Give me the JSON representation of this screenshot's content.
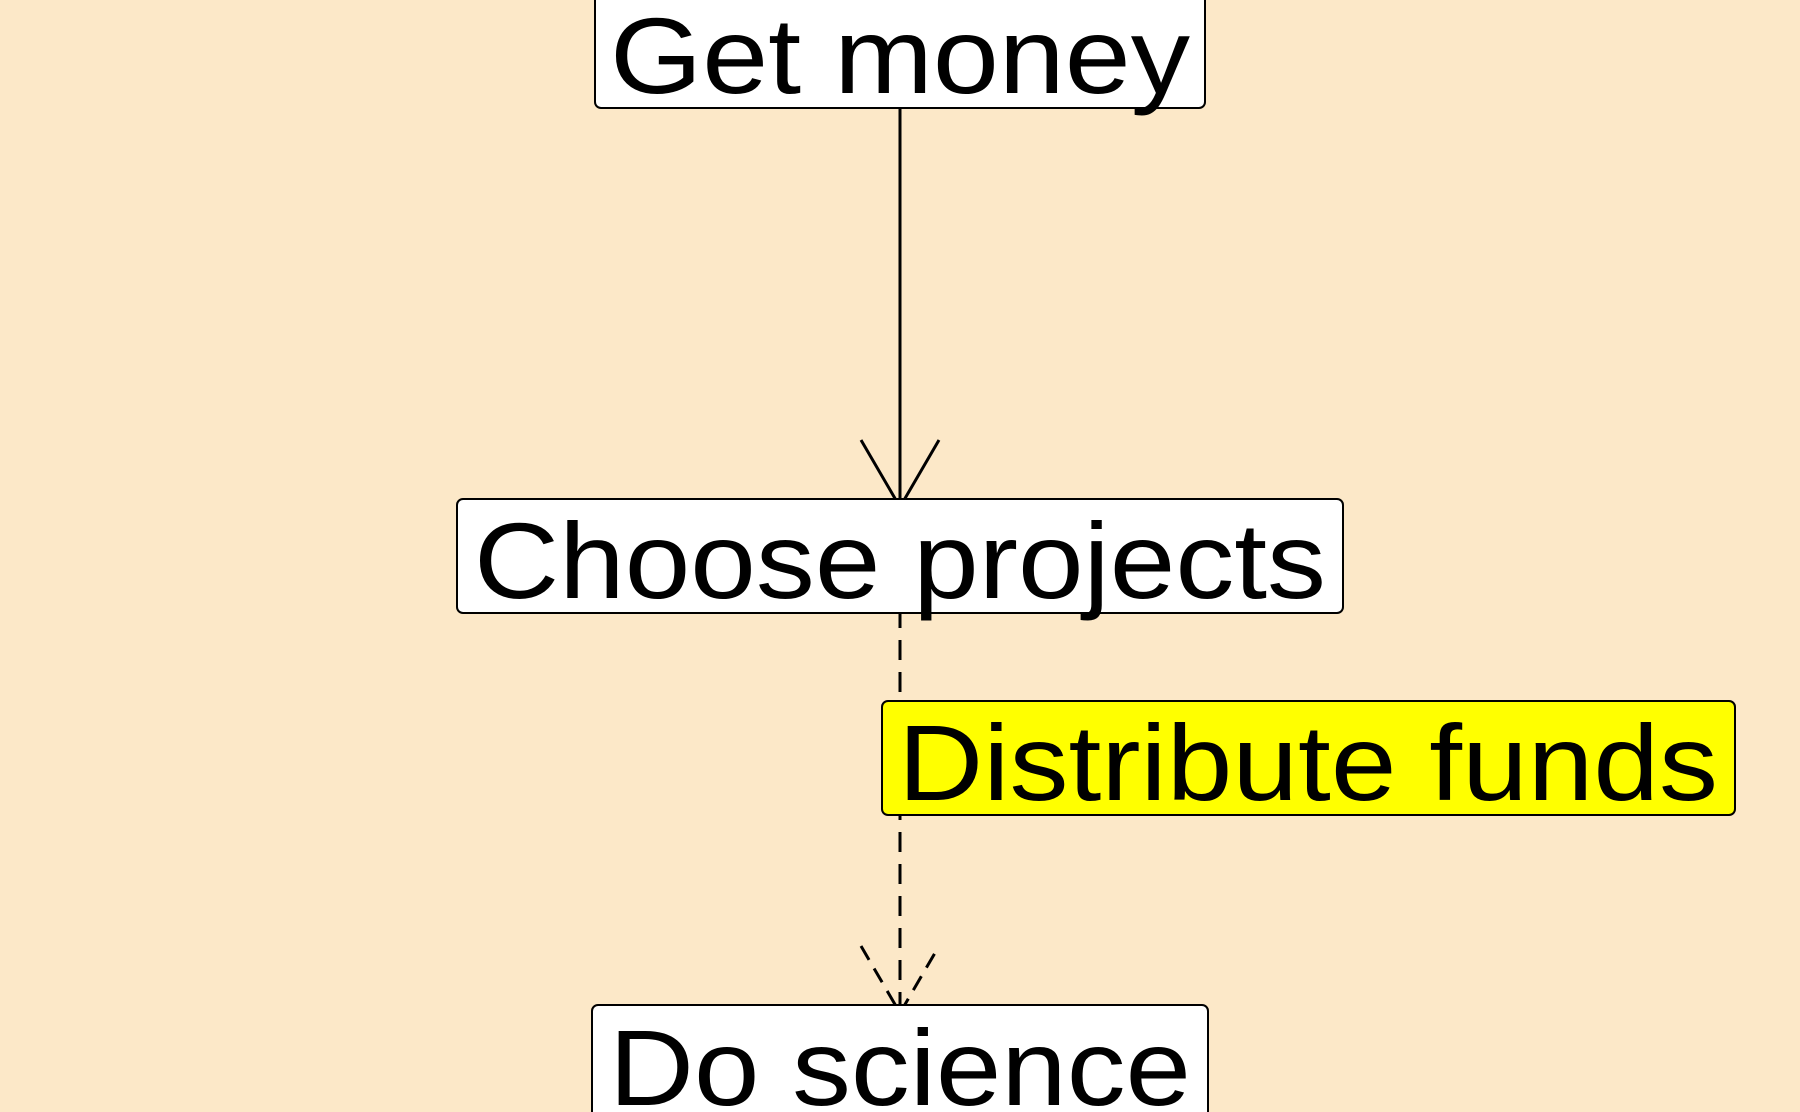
{
  "colors": {
    "background": "#fce8c8",
    "node_fill": "#ffffff",
    "highlight_fill": "#ffff00",
    "stroke": "#000000"
  },
  "nodes": {
    "get_money": "Get money",
    "choose_projects": "Choose projects",
    "distribute_funds": "Distribute funds",
    "do_science": "Do science"
  },
  "edges": [
    {
      "from": "Get money",
      "to": "Choose projects",
      "style": "solid"
    },
    {
      "from": "Choose projects",
      "to": "Do science",
      "style": "dashed",
      "label": "Distribute funds"
    }
  ]
}
